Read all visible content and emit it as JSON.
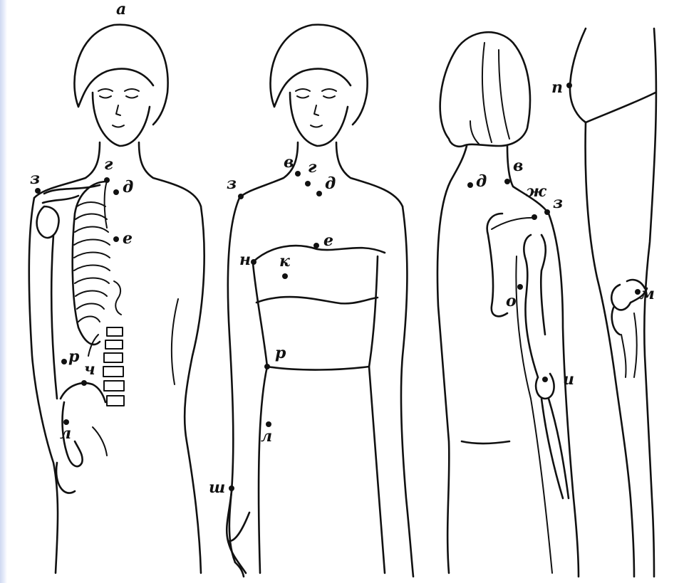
{
  "labels": {
    "front_skeleton": {
      "a": "а",
      "g": "г",
      "d": "д",
      "z": "з",
      "e": "е",
      "r": "р",
      "ch": "ч",
      "l": "л"
    },
    "front_dress": {
      "v": "в",
      "g": "г",
      "d": "д",
      "z": "з",
      "e": "е",
      "n": "н",
      "k": "к",
      "r": "р",
      "l": "л",
      "sh": "ш"
    },
    "back_view": {
      "d": "д",
      "v": "в",
      "zh": "ж",
      "z": "з",
      "o": "о",
      "i": "и"
    },
    "side_leg": {
      "p": "п",
      "m": "м"
    }
  },
  "colors": {
    "ink": "#111111",
    "edge_tint": "#cfd8f0"
  }
}
